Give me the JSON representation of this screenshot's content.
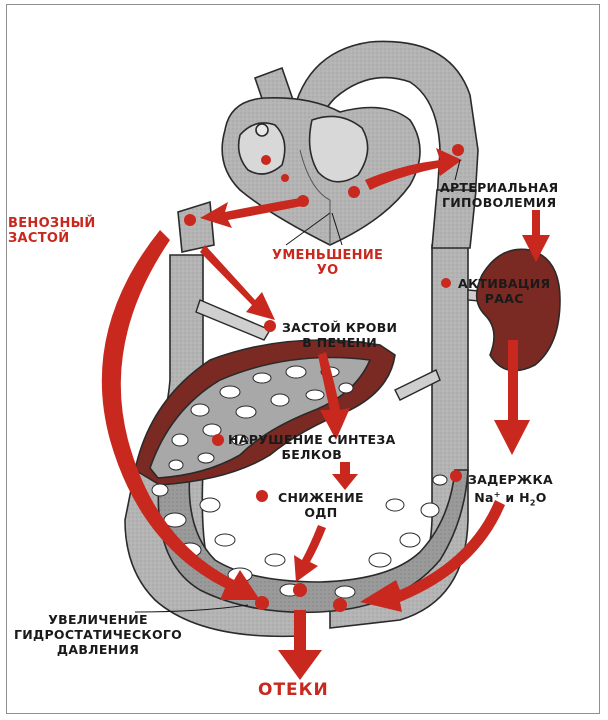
{
  "labels": {
    "venous_congestion": [
      "ВЕНОЗНЫЙ",
      "ЗАСТОЙ"
    ],
    "decreased_sv": [
      "УМЕНЬШЕНИЕ",
      "УО"
    ],
    "arterial_hypovolemia": [
      "АРТЕРИАЛЬНАЯ",
      "ГИПОВОЛЕМИЯ"
    ],
    "raas_activation": [
      "АКТИВАЦИЯ",
      "РААС"
    ],
    "liver_congestion": [
      "ЗАСТОЙ КРОВИ",
      "В ПЕЧЕНИ"
    ],
    "protein_synthesis": [
      "НАРУШЕНИЕ СИНТЕЗА",
      "БЕЛКОВ"
    ],
    "odp_decrease": [
      "СНИЖЕНИЕ",
      "ОДП"
    ],
    "retention_prefix": "ЗАДЕРЖКА",
    "retention_na": "Na",
    "retention_plus": "+",
    "retention_and": " и H",
    "retention_2": "2",
    "retention_o": "O",
    "hydrostatic_pressure": [
      "УВЕЛИЧЕНИЕ",
      "ГИДРОСТАТИЧЕСКОГО",
      "ДАВЛЕНИЯ"
    ],
    "edema": "ОТЕКИ"
  },
  "colors": {
    "arrow_red": "#c8281e",
    "vessel_gray": "#b4b4b4",
    "vessel_outline": "#2a2a2a",
    "liver_brown": "#7a2a22",
    "kidney_brown": "#7a2a22",
    "tissue_gray": "#9a9a9a",
    "text": "#1a1a1a"
  },
  "icons": [
    "heart-icon",
    "liver-icon",
    "kidney-icon",
    "tissue-network-icon"
  ]
}
